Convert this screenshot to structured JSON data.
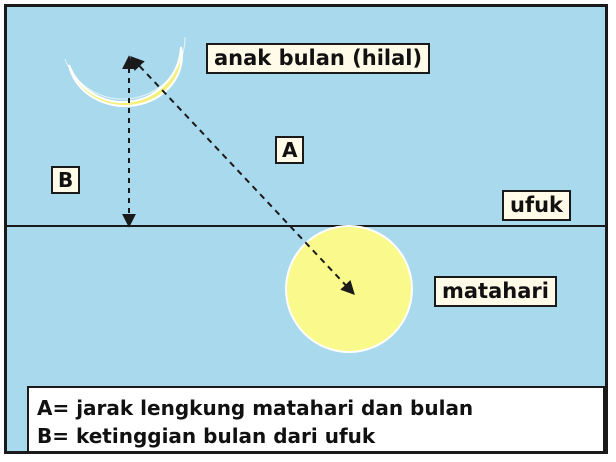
{
  "labels": {
    "hilal": "anak bulan (hilal)",
    "a": "A",
    "b": "B",
    "ufuk": "ufuk",
    "matahari": "matahari"
  },
  "legend": {
    "line_a": "A= jarak lengkung matahari dan bulan",
    "line_b": "B= ketinggian bulan dari ufuk"
  },
  "colors": {
    "sky": "#a9d9ec",
    "sun_fill": "#fafa8c",
    "crescent_fill": "#f2f07a",
    "line": "#1a1a1a",
    "label_bg": "#fffbe8"
  }
}
